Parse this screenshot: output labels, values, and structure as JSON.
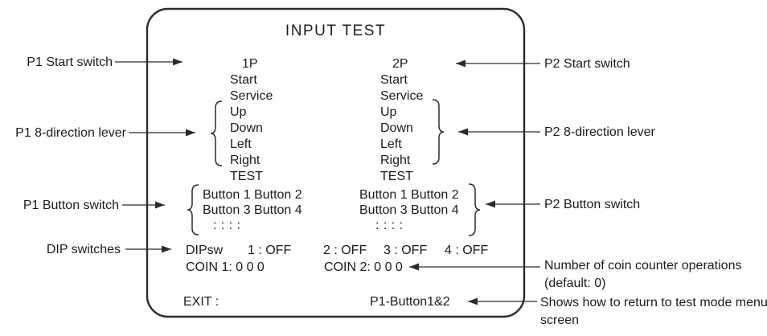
{
  "title": "INPUT TEST",
  "screen": {
    "p1": {
      "header": "1P",
      "rows": [
        "Start",
        "Service",
        "Up",
        "Down",
        "Left",
        "Right",
        "TEST"
      ],
      "button_rows": [
        "Button 1 Button 2",
        "Button 3 Button 4"
      ],
      "dots": ":     :          :     :"
    },
    "p2": {
      "header": "2P",
      "rows": [
        "Start",
        "Service",
        "Up",
        "Down",
        "Left",
        "Right",
        "TEST"
      ],
      "button_rows": [
        "Button 1 Button 2",
        "Button 3 Button 4"
      ],
      "dots": ":     :          :     :"
    },
    "dip": {
      "label": "DIPsw",
      "switches": [
        "1 : OFF",
        "2 : OFF",
        "3 : OFF",
        "4 : OFF"
      ]
    },
    "coin1": "COIN 1: 0 0 0",
    "coin2": "COIN 2: 0 0 0",
    "exit_label": "EXIT :",
    "exit_value": "P1-Button1&2"
  },
  "callouts": {
    "p1_start": "P1 Start switch",
    "p1_lever": "P1 8-direction lever",
    "p1_button": "P1 Button switch",
    "dip": "DIP switches",
    "p2_start": "P2 Start switch",
    "p2_lever": "P2 8-direction lever",
    "p2_button": "P2 Button switch",
    "coin_note": "Number of coin counter operations (default: 0)",
    "exit_note": "Shows how to return to test mode menu screen"
  },
  "colors": {
    "ink": "#1c1c1c",
    "line": "#2b2b2b",
    "background": "#ffffff"
  }
}
